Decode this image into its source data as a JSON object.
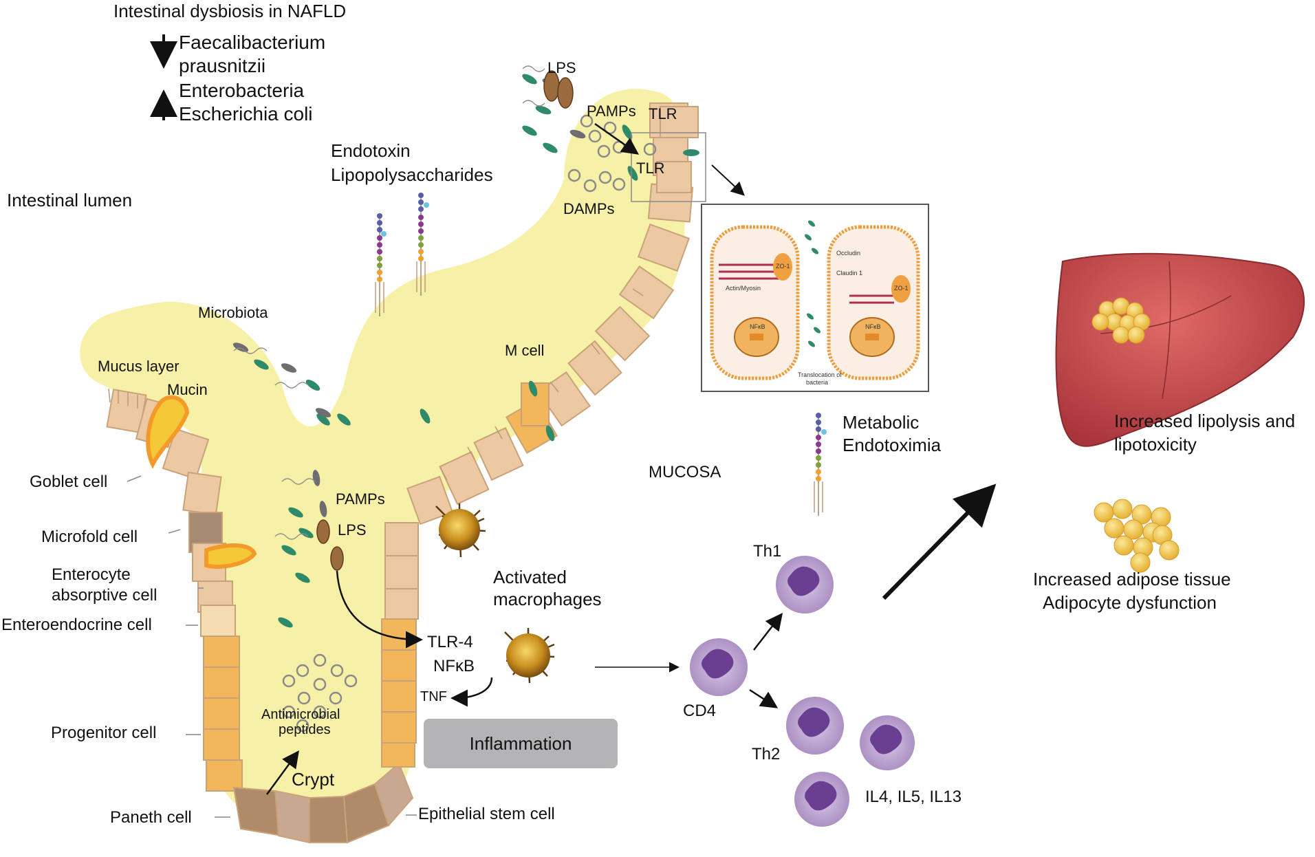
{
  "dysbiosis": {
    "title": "Intestinal dysbiosis in NAFLD",
    "decreased_line1": "Faecalibacterium",
    "decreased_line2": "prausnitzii",
    "increased_line1": "Enterobacteria",
    "increased_line2": "Escherichia coli"
  },
  "lumen_label": "Intestinal lumen",
  "endotoxin": {
    "line1": "Endotoxin",
    "line2": "Lipopolysaccharides"
  },
  "villus_top": {
    "lps": "LPS",
    "pamps": "PAMPs",
    "tlr_a": "TLR",
    "tlr_b": "TLR",
    "damps": "DAMPs"
  },
  "microbiota_label": "Microbiota",
  "mucus_layer": "Mucus layer",
  "mucin": "Mucin",
  "m_cell": "M cell",
  "cells": {
    "goblet": "Goblet cell",
    "microfold": "Microfold cell",
    "enterocyte_line1": "Enterocyte",
    "enterocyte_line2": "absorptive cell",
    "enteroendocrine": "Enteroendocrine cell",
    "progenitor": "Progenitor cell",
    "paneth": "Paneth cell",
    "stem": "Epithelial stem cell"
  },
  "crypt": {
    "pamps": "PAMPs",
    "lps": "LPS",
    "antimicrobial_line1": "Antimicrobial",
    "antimicrobial_line2": "peptides",
    "crypt": "Crypt"
  },
  "macrophages": {
    "line1": "Activated",
    "line2": "macrophages"
  },
  "signaling": {
    "tlr4": "TLR-4",
    "nfkb": "NFκB",
    "tnf": "TNF"
  },
  "inflammation": "Inflammation",
  "mucosa": "MUCOSA",
  "metabolic": {
    "line1": "Metabolic",
    "line2": "Endotoximia"
  },
  "tcells": {
    "th1": "Th1",
    "cd4": "CD4",
    "th2": "Th2",
    "ils": "IL4, IL5, IL13"
  },
  "liver": {
    "line1": "Increased lipolysis and",
    "line2": "lipotoxicity"
  },
  "adipose": {
    "line1": "Increased adipose tissue",
    "line2": "Adipocyte dysfunction"
  },
  "junction_inset": {
    "occludin": "Occludin",
    "claudin": "Claudin 1",
    "actin": "Actin/Myosin",
    "zo1_a": "ZO-1",
    "zo1_b": "ZO-1",
    "nfkb_a": "NFκB",
    "nfkb_b": "NFκB",
    "translocation_line1": "Translocation of",
    "translocation_line2": "bacteria"
  },
  "colors": {
    "lumen_fill": "#f6f1a6",
    "cell_tan": "#ecc9a2",
    "cell_orange": "#f2b75a",
    "mucin_orange": "#f39a2a",
    "liver_red": "#c74a4c",
    "fat_yellow": "#f4cc52",
    "lymphocyte_purple": "#8a6aa8",
    "inflammation_grey": "#b4b4b6"
  }
}
